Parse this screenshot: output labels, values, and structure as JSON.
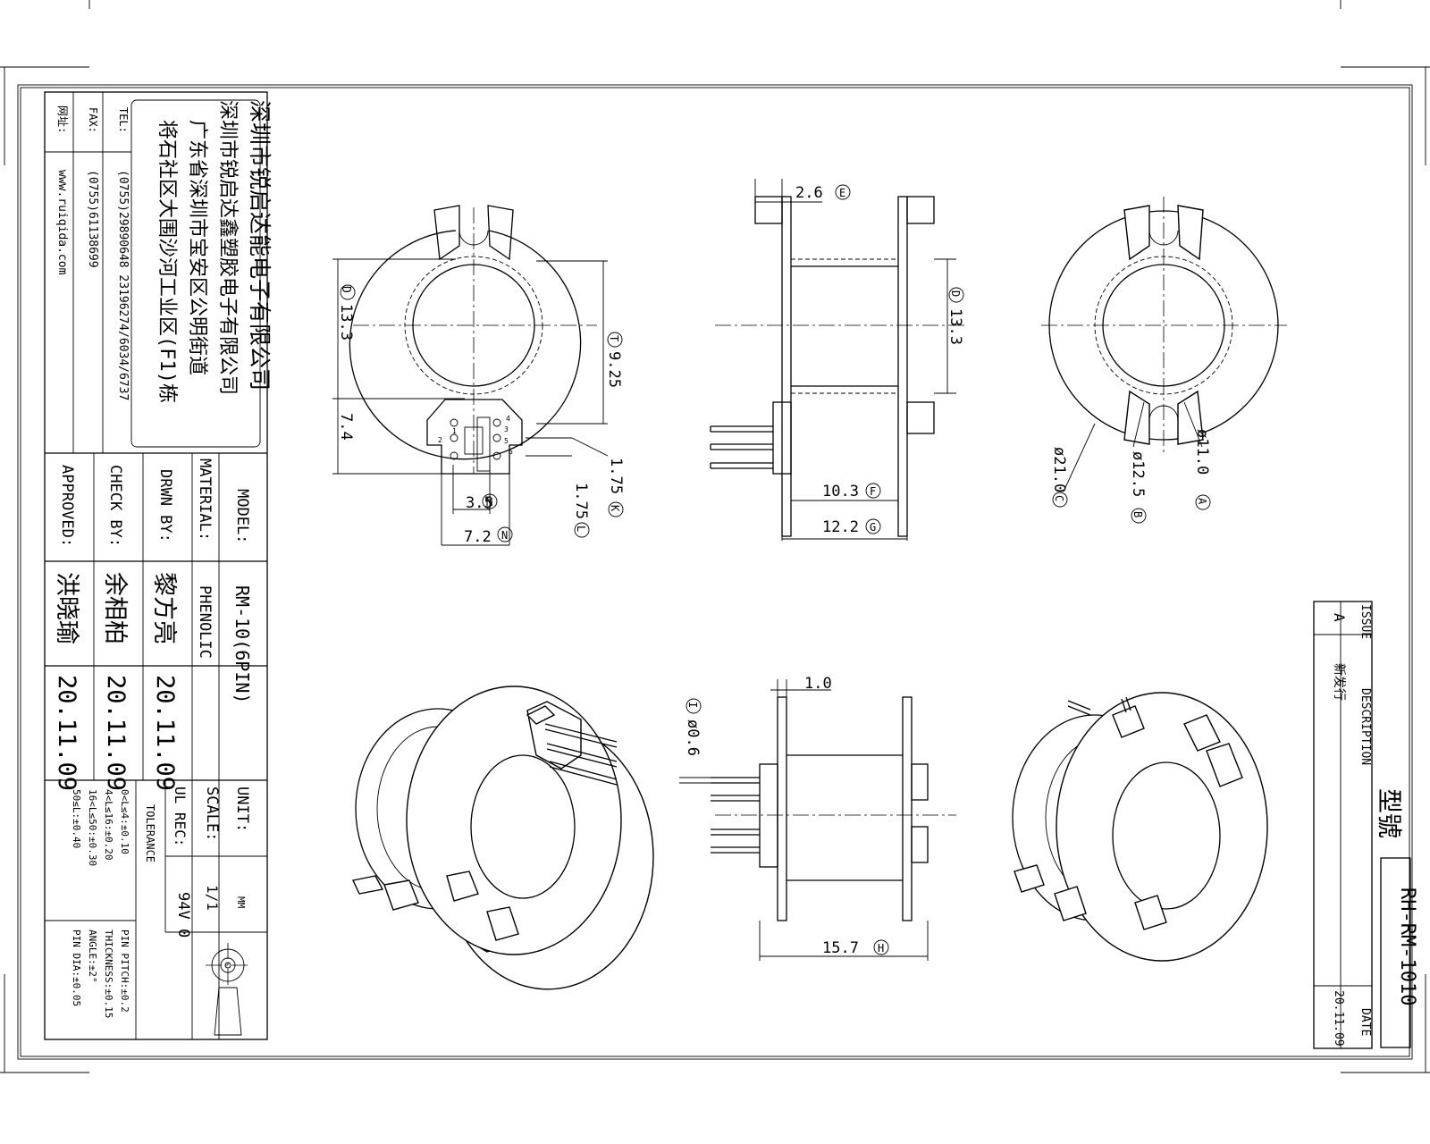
{
  "company": {
    "name": "深圳市锐启达能电子有限公司",
    "name2": "深圳市锐启达鑫塑胶电子有限公司",
    "address1": "广东省深圳市宝安区公明街道",
    "address2": "将石社区大围沙河工业区(F1)栋",
    "tel_label": "TEL:",
    "tel": "(0755)29890648 23196274/6034/6737",
    "fax_label": "FAX:",
    "fax": "(0755)61138699",
    "web_label": "网址:",
    "web": "www.ruiqida.com"
  },
  "title_block": {
    "model_label": "MODEL:",
    "model": "RM-10(6PIN)",
    "material_label": "MATERIAL:",
    "material": "PHENOLIC",
    "drwn_label": "DRWN BY:",
    "drwn": "黎方亮",
    "drwn_date": "20.11.09",
    "check_label": "CHECK BY:",
    "check": "余相柏",
    "check_date": "20.11.09",
    "approved_label": "APPROVED:",
    "approved": "洪晓瑜",
    "approved_date": "20.11.09",
    "unit_label": "UNIT:",
    "unit": "MM",
    "scale_label": "SCALE:",
    "scale": "1/1",
    "ul_label": "UL REC:",
    "ul": "94V 0",
    "tolerance_label": "TOLERANCE",
    "tol": [
      "0<L≤4:±0.10",
      "4<L≤16:±0.20",
      "16<L≤50:±0.30",
      "50≤L:±0.40"
    ],
    "tol2": [
      "PIN PITCH:±0.2",
      "THICKNESS:±0.15",
      "ANGLE:±2°",
      "PIN DIA:±0.05"
    ]
  },
  "revision": {
    "issue_label": "ISSUE",
    "issue": "A",
    "desc_label": "DESCRIPTION",
    "desc": "新发行",
    "date_label": "DATE",
    "date": "20.11.09",
    "type_label": "型號",
    "part_no": "RH-RM-1010"
  },
  "dims": {
    "d_front": "13.3",
    "t_925": "9.25",
    "d_74": "7.4",
    "k_175": "1.75",
    "l_175": "1.75",
    "m_35": "3.5",
    "n_72": "7.2",
    "e_26": "2.6",
    "d_side": "13.3",
    "f_103": "10.3",
    "g_122": "12.2",
    "c_210": "ø21.0",
    "b_125": "ø12.5",
    "a_110": "ø11.0",
    "h_10": "1.0",
    "i_06": "ø0.6",
    "h_157": "15.7"
  },
  "pin_numbers": [
    "1",
    "2",
    "3",
    "4",
    "5",
    "6"
  ],
  "markers": {
    "A": "A",
    "B": "B",
    "C": "C",
    "D": "D",
    "E": "E",
    "F": "F",
    "G": "G",
    "H": "H",
    "I": "I",
    "K": "K",
    "L": "L",
    "M": "M",
    "N": "N",
    "T": "T"
  }
}
